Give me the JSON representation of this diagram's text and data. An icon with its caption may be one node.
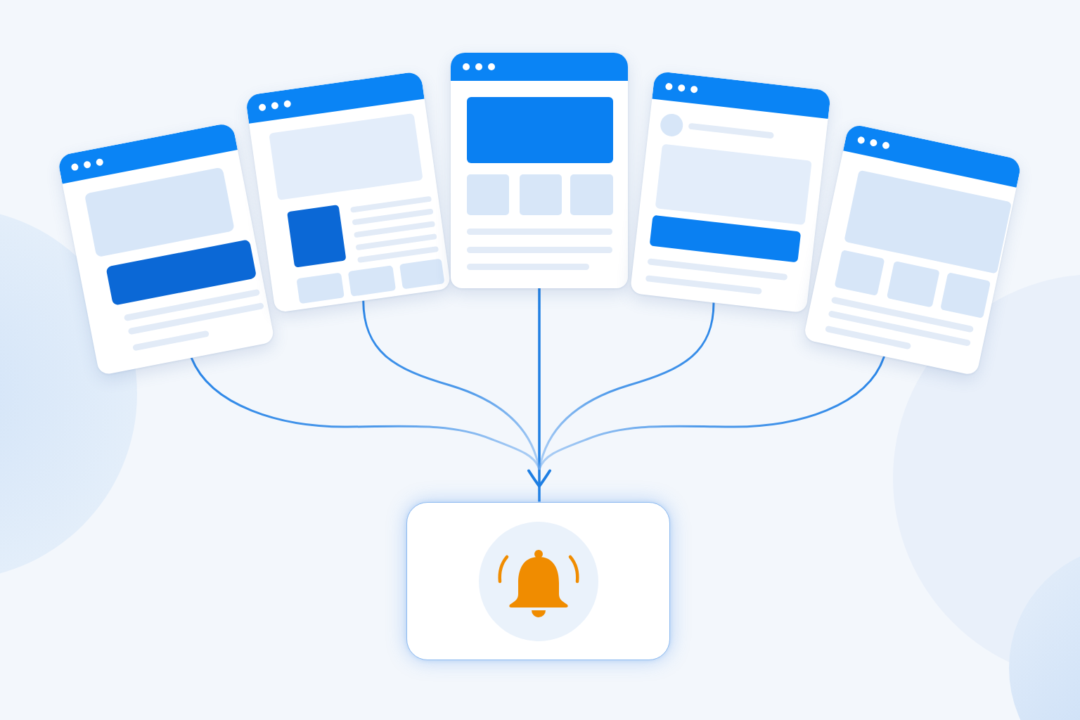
{
  "diagram": {
    "nodes": [
      {
        "text": [],
        "shape": "picture"
      },
      {
        "text": [],
        "shape": "picture"
      },
      {
        "text": [],
        "shape": "picture"
      },
      {
        "text": [],
        "shape": "picture"
      },
      {
        "text": [],
        "shape": "picture"
      },
      {
        "text": [],
        "shape": "box"
      }
    ],
    "edges": [
      {
        "from": 0,
        "to": 5,
        "arrow": "to"
      },
      {
        "from": 1,
        "to": 5,
        "arrow": "to"
      },
      {
        "from": 2,
        "to": 5,
        "arrow": "to"
      },
      {
        "from": 3,
        "to": 5,
        "arrow": "to"
      },
      {
        "from": 4,
        "to": 5,
        "arrow": "to"
      }
    ]
  }
}
